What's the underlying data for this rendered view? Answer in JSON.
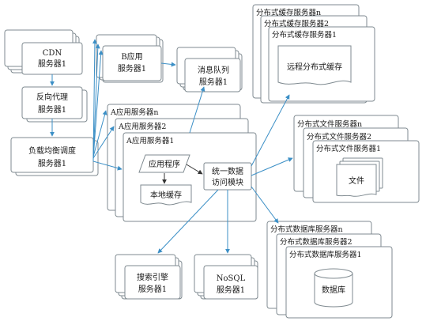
{
  "cdn": [
    "CDN",
    "服务器1"
  ],
  "reverse_proxy": [
    "反向代理",
    "服务器1"
  ],
  "load_balancer": [
    "负载均衡调度",
    "服务器1"
  ],
  "app_b": [
    "B应用",
    "服务器1"
  ],
  "message_queue": [
    "消息队列",
    "服务器1"
  ],
  "cache_cluster": {
    "titles": [
      "分布式缓存服务器n",
      "分布式缓存服务器2",
      "分布式缓存服务器1"
    ],
    "inner": "远程分布式缓存"
  },
  "app_a": {
    "titles": [
      "A应用服务器n",
      "A应用服务器2",
      "A应用服务器1"
    ],
    "program": "应用程序",
    "local_cache": "本地缓存",
    "data_access": [
      "统一数据",
      "访问模块"
    ]
  },
  "file_cluster": {
    "titles": [
      "分布式文件服务器n",
      "分布式文件服务器2",
      "分布式文件服务器1"
    ],
    "inner": "文件"
  },
  "db_cluster": {
    "titles": [
      "分布式数据库服务器n",
      "分布式数据库服务器2",
      "分布式数据库服务器1"
    ],
    "inner": "数据库"
  },
  "search": [
    "搜索引擎",
    "服务器1"
  ],
  "nosql": [
    "NoSQL",
    "服务器1"
  ],
  "colors": {
    "arrow": "#3b8fc6",
    "border": "#7f8a90"
  }
}
